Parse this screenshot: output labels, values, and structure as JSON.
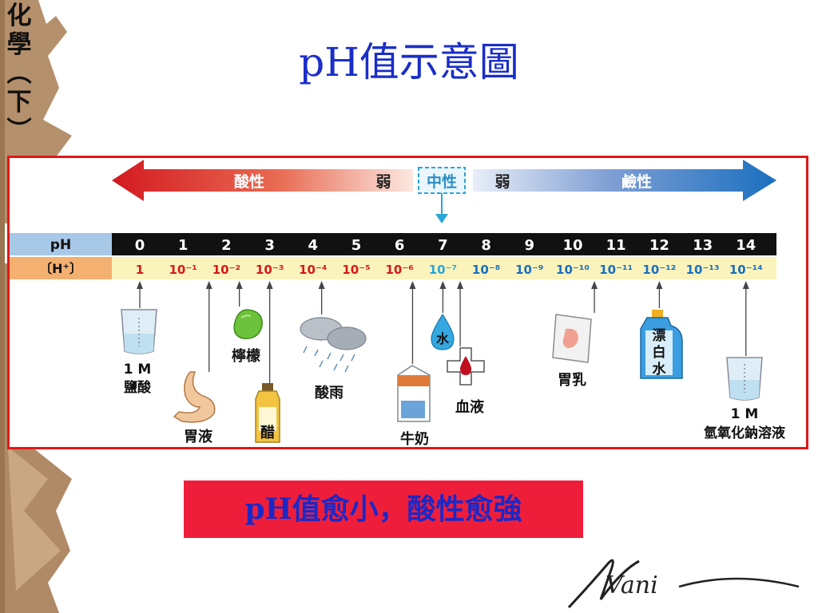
{
  "side_label": "化\n學\n︵\n下\n︶",
  "title": "pH值示意圖",
  "caption": "pH值愈小，酸性愈強",
  "signature": "Vani",
  "scale": {
    "acid_label": "酸性",
    "weak_left": "弱",
    "neutral_label": "中性",
    "weak_right": "弱",
    "base_label": "鹼性"
  },
  "rows": {
    "ph_header": "pH",
    "h_header": "〔H⁺〕",
    "ph_values": [
      "0",
      "1",
      "2",
      "3",
      "4",
      "5",
      "6",
      "7",
      "8",
      "9",
      "10",
      "11",
      "12",
      "13",
      "14"
    ],
    "h_values": [
      "1",
      "10⁻¹",
      "10⁻²",
      "10⁻³",
      "10⁻⁴",
      "10⁻⁵",
      "10⁻⁶",
      "10⁻⁷",
      "10⁻⁸",
      "10⁻⁹",
      "10⁻¹⁰",
      "10⁻¹¹",
      "10⁻¹²",
      "10⁻¹³",
      "10⁻¹⁴"
    ]
  },
  "substances": [
    {
      "id": "hcl",
      "label": "1 M\n鹽酸",
      "ph": 0
    },
    {
      "id": "gastric",
      "label": "胃液",
      "ph": 1.6
    },
    {
      "id": "lemon",
      "label": "檸檬",
      "ph": 2.3
    },
    {
      "id": "vinegar",
      "label": "醋",
      "ph": 3
    },
    {
      "id": "acidrain",
      "label": "酸雨",
      "ph": 4.2
    },
    {
      "id": "milk",
      "label": "牛奶",
      "ph": 6.3
    },
    {
      "id": "water",
      "label": "水",
      "ph": 7
    },
    {
      "id": "blood",
      "label": "血液",
      "ph": 7.4
    },
    {
      "id": "antacid",
      "label": "胃乳",
      "ph": 10.5
    },
    {
      "id": "bleach",
      "label": "漂\n白\n水",
      "ph": 12
    },
    {
      "id": "naoh",
      "label": "1 M\n氫氧化鈉溶液",
      "ph": 14
    }
  ],
  "colors": {
    "title": "#1a2ec8",
    "frame": "#e01818",
    "acid": "#d41920",
    "base": "#1a6fc0",
    "neutral": "#2aa6d8",
    "h_row_bg": "#fbf3bc",
    "caption_bg": "#ee1e3a",
    "side": "#b08a66"
  },
  "icons": [
    "beaker-icon",
    "stomach-icon",
    "lemon-icon",
    "vinegar-bottle-icon",
    "rain-cloud-icon",
    "milk-carton-icon",
    "water-drop-icon",
    "blood-cross-icon",
    "antacid-packet-icon",
    "bleach-bottle-icon",
    "beaker-icon"
  ]
}
